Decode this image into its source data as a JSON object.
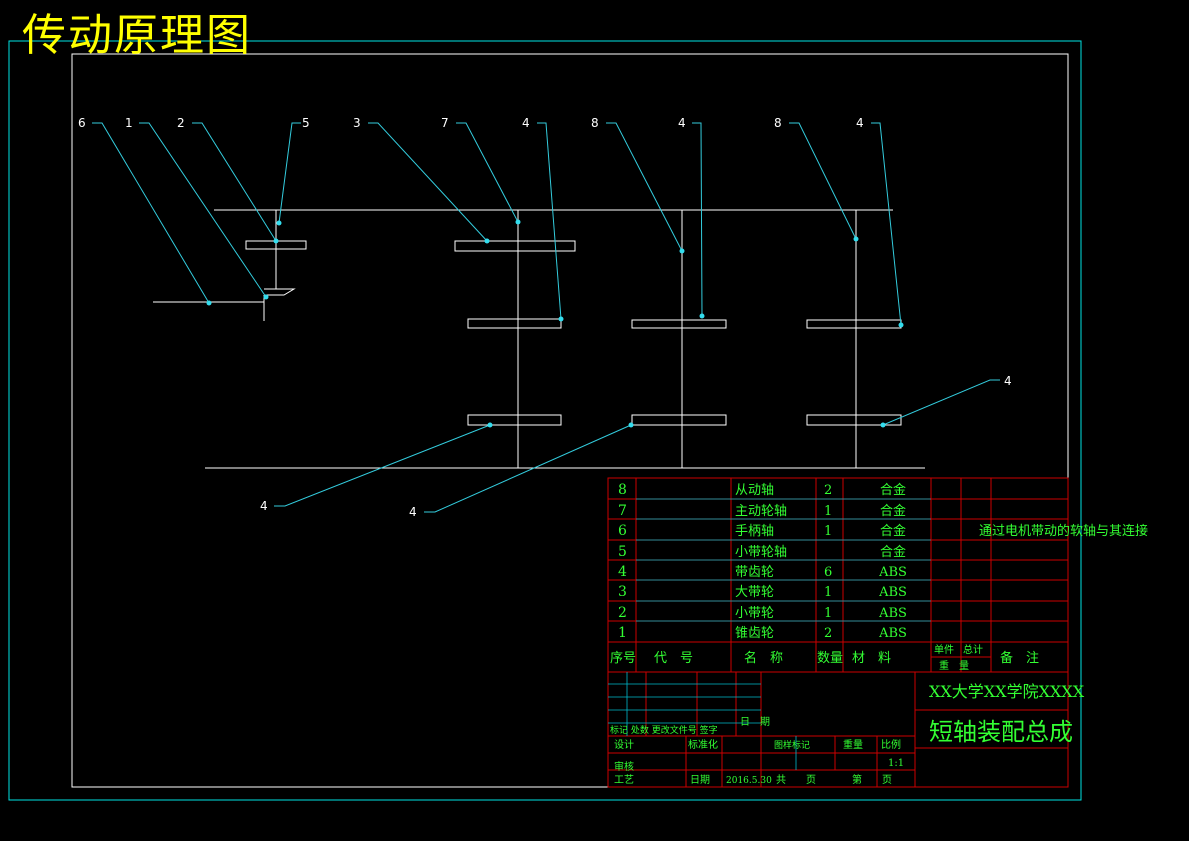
{
  "title": "传动原理图",
  "colors": {
    "frame": "#00e5e5",
    "line": "#ffffff",
    "leader": "#33ccdd",
    "table_red": "#cc0000",
    "table_text": "#33ff33",
    "title": "#ffff00"
  },
  "callouts": {
    "top": [
      "6",
      "1",
      "2",
      "5",
      "3",
      "7",
      "4",
      "8",
      "4",
      "8",
      "4"
    ],
    "bottom": [
      "4",
      "4"
    ],
    "right": "4"
  },
  "parts_list": {
    "rows": [
      {
        "no": "8",
        "code": "",
        "name": "从动轴",
        "qty": "2",
        "material": "合金",
        "note": ""
      },
      {
        "no": "7",
        "code": "",
        "name": "主动轮轴",
        "qty": "1",
        "material": "合金",
        "note": ""
      },
      {
        "no": "6",
        "code": "",
        "name": "手柄轴",
        "qty": "1",
        "material": "合金",
        "note": "通过电机带动的软轴与其连接"
      },
      {
        "no": "5",
        "code": "",
        "name": "小带轮轴",
        "qty": "",
        "material": "合金",
        "note": ""
      },
      {
        "no": "4",
        "code": "",
        "name": "带齿轮",
        "qty": "6",
        "material": "ABS",
        "note": ""
      },
      {
        "no": "3",
        "code": "",
        "name": "大带轮",
        "qty": "1",
        "material": "ABS",
        "note": ""
      },
      {
        "no": "2",
        "code": "",
        "name": "小带轮",
        "qty": "1",
        "material": "ABS",
        "note": ""
      },
      {
        "no": "1",
        "code": "",
        "name": "锥齿轮",
        "qty": "2",
        "material": "ABS",
        "note": ""
      }
    ],
    "header": {
      "no": "序号",
      "code": "代　号",
      "name": "名　称",
      "qty": "数量",
      "material": "材　料",
      "unit_total_1": "单件",
      "unit_total_2": "总计",
      "weight": "重　量",
      "note": "备　注"
    }
  },
  "title_block": {
    "school": "XX大学XX学院XXXX",
    "drawing_name": "短轴装配总成",
    "labels": {
      "mark_row": "标记 处数 更改文件号 签字",
      "date": "日　期",
      "design": "设计",
      "standard": "标准化",
      "review": "审核",
      "process": "工艺",
      "date2": "日期",
      "stage": "图样标记",
      "weight": "重量",
      "scale": "比例",
      "sheets": "共　　页",
      "sheet_no": "第　　页"
    },
    "scale_value": "1:1",
    "date_value": "2016.5.30"
  }
}
